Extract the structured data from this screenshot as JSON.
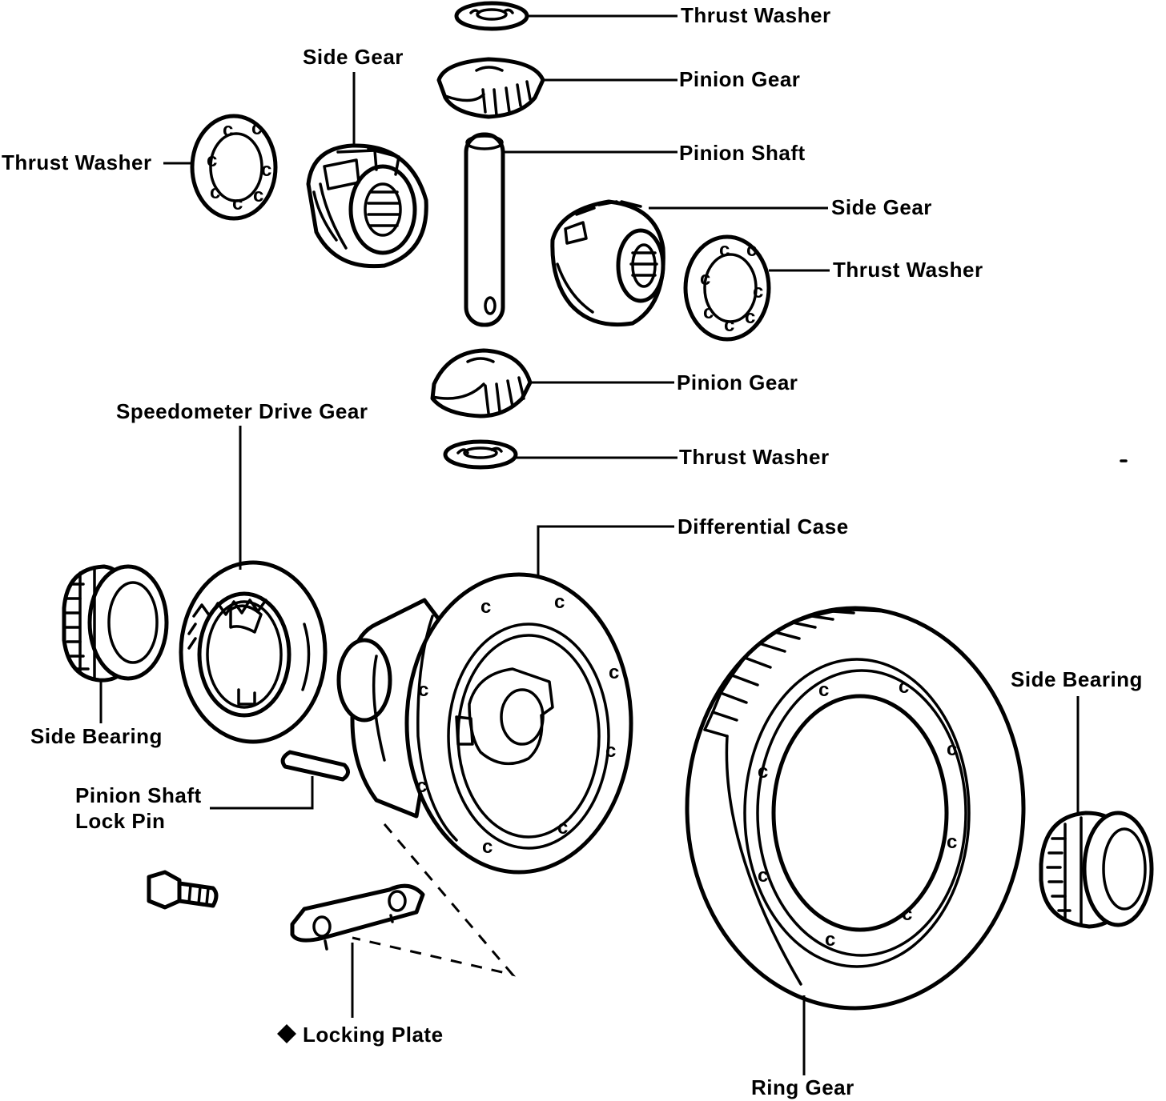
{
  "labels": {
    "thrust_washer_top": "Thrust Washer",
    "pinion_gear_top": "Pinion Gear",
    "pinion_shaft": "Pinion Shaft",
    "side_gear_left": "Side Gear",
    "thrust_washer_left": "Thrust Washer",
    "side_gear_right": "Side Gear",
    "thrust_washer_right": "Thrust Washer",
    "pinion_gear_bottom": "Pinion Gear",
    "thrust_washer_bottom": "Thrust Washer",
    "speedometer_drive_gear": "Speedometer Drive Gear",
    "differential_case": "Differential Case",
    "side_bearing_left": "Side Bearing",
    "side_bearing_right": "Side Bearing",
    "pinion_shaft_lock_pin_1": "Pinion Shaft",
    "pinion_shaft_lock_pin_2": "Lock Pin",
    "locking_plate": "Locking Plate",
    "ring_gear": "Ring Gear"
  },
  "bolt_glyph": "c",
  "icons": {
    "locking_plate_marker": "diamond-icon"
  }
}
